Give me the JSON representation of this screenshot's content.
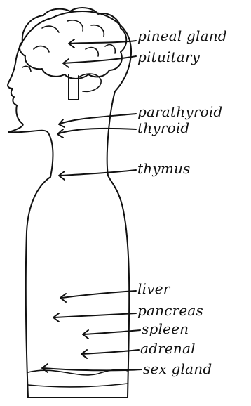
{
  "labels": {
    "pineal_gland": "pineal gland",
    "pituitary": "pituitary",
    "parathyroid": "parathyroid",
    "thyroid": "thyroid",
    "thymus": "thymus",
    "liver": "liver",
    "pancreas": "pancreas",
    "spleen": "spleen",
    "adrenal": "adrenal",
    "sex_gland": "sex gland"
  },
  "colors": {
    "ink": "#111111",
    "background": "#ffffff"
  }
}
